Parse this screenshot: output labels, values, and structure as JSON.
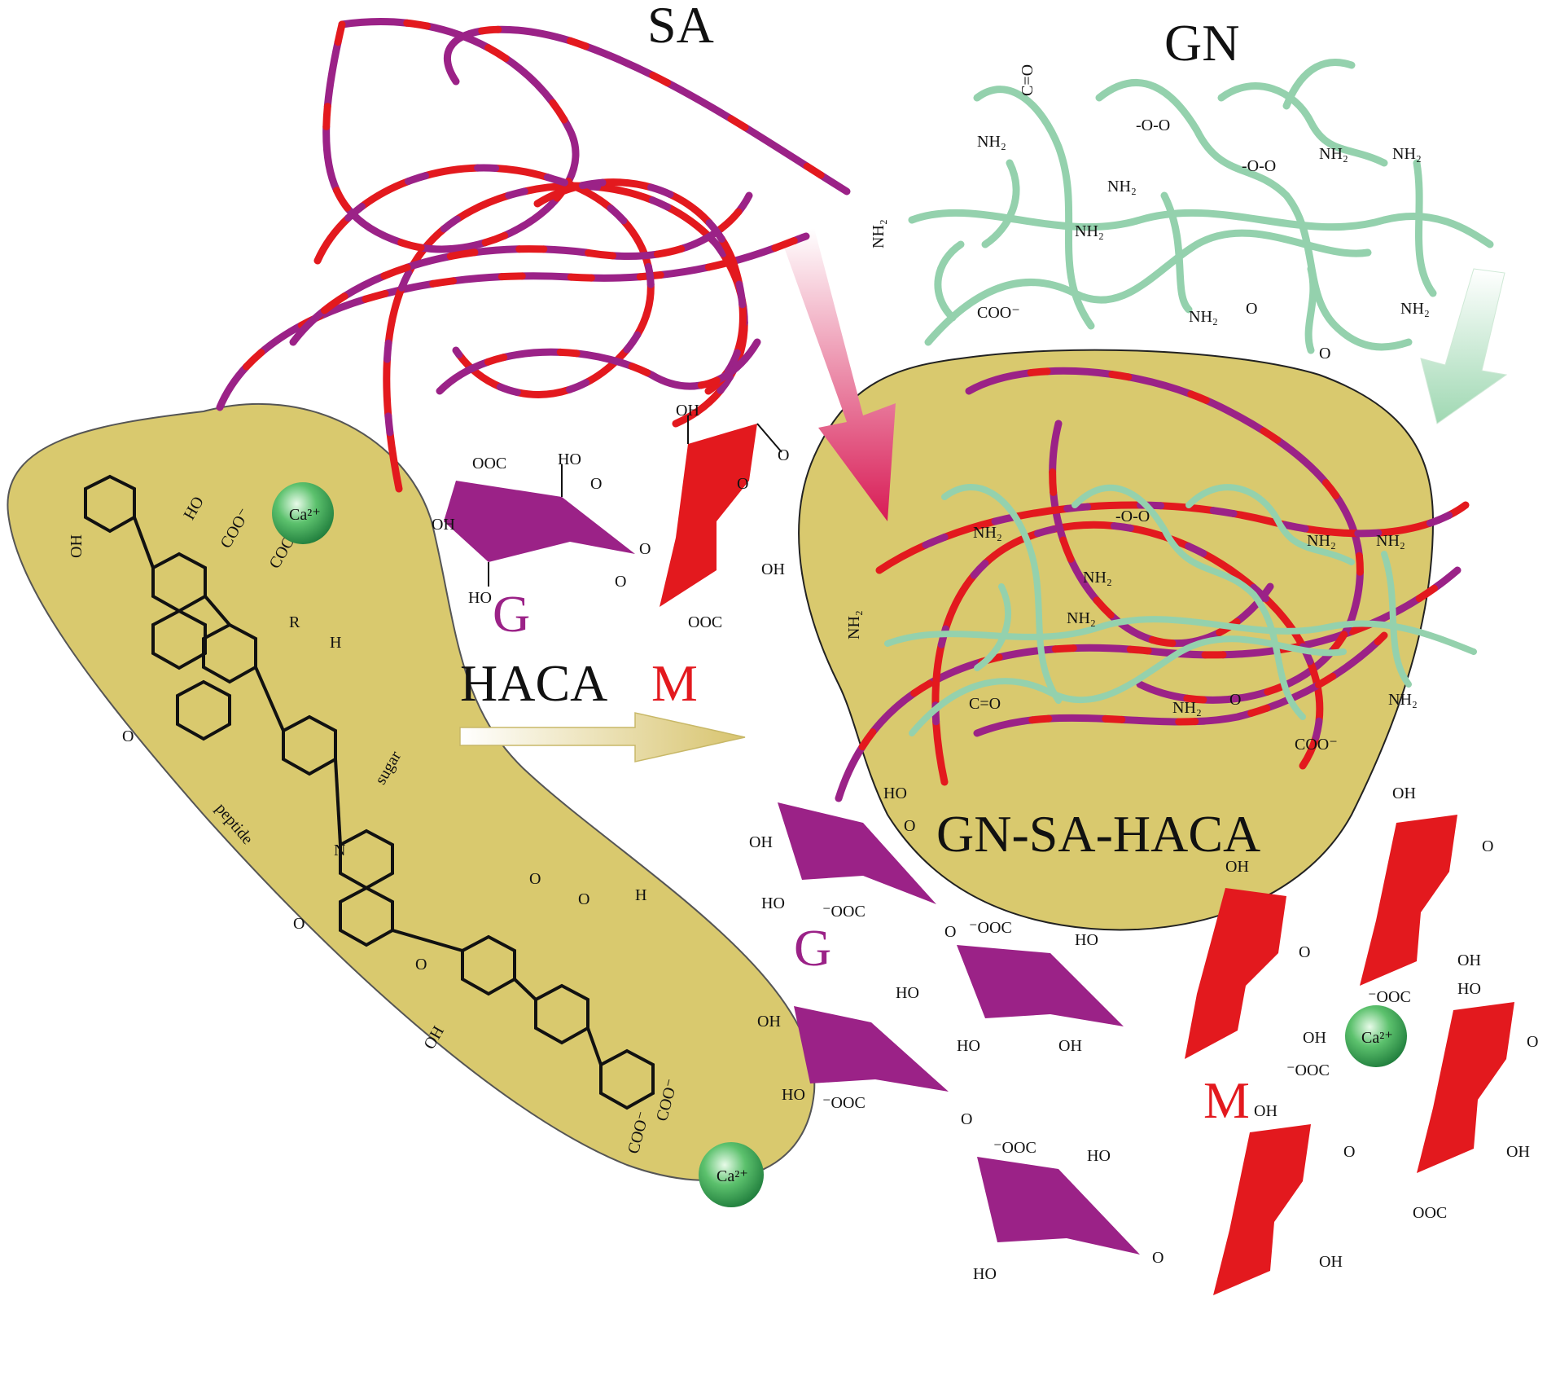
{
  "labels": {
    "sa": "SA",
    "gn": "GN",
    "g_top": "G",
    "m_top": "M",
    "haca": "HACA",
    "composite": "GN-SA-HACA",
    "g_bottom": "G",
    "m_bottom": "M"
  },
  "chem": {
    "ooc": "OOC",
    "ho": "HO",
    "oh": "OH",
    "o": "O",
    "coo_minus": "COO⁻",
    "coo_ooc": "⁻OOC",
    "nh2": "NH₂",
    "ca": "Ca²⁺",
    "sugar": "sugar",
    "peptide": "peptide",
    "r": "R",
    "h": "H",
    "n": "N",
    "c_eq_o": "C=O",
    "oo": "-O-O"
  },
  "colors": {
    "guluronate": "#9b2287",
    "mannuronate": "#e3191e",
    "gelatin": "#94d1ad",
    "gel_fill": "#d9c96e",
    "calcium": "#3aa55b",
    "arrow_pink": "#d81b55",
    "arrow_green": "#a7dcb8",
    "arrow_gold": "#d8c46e"
  }
}
